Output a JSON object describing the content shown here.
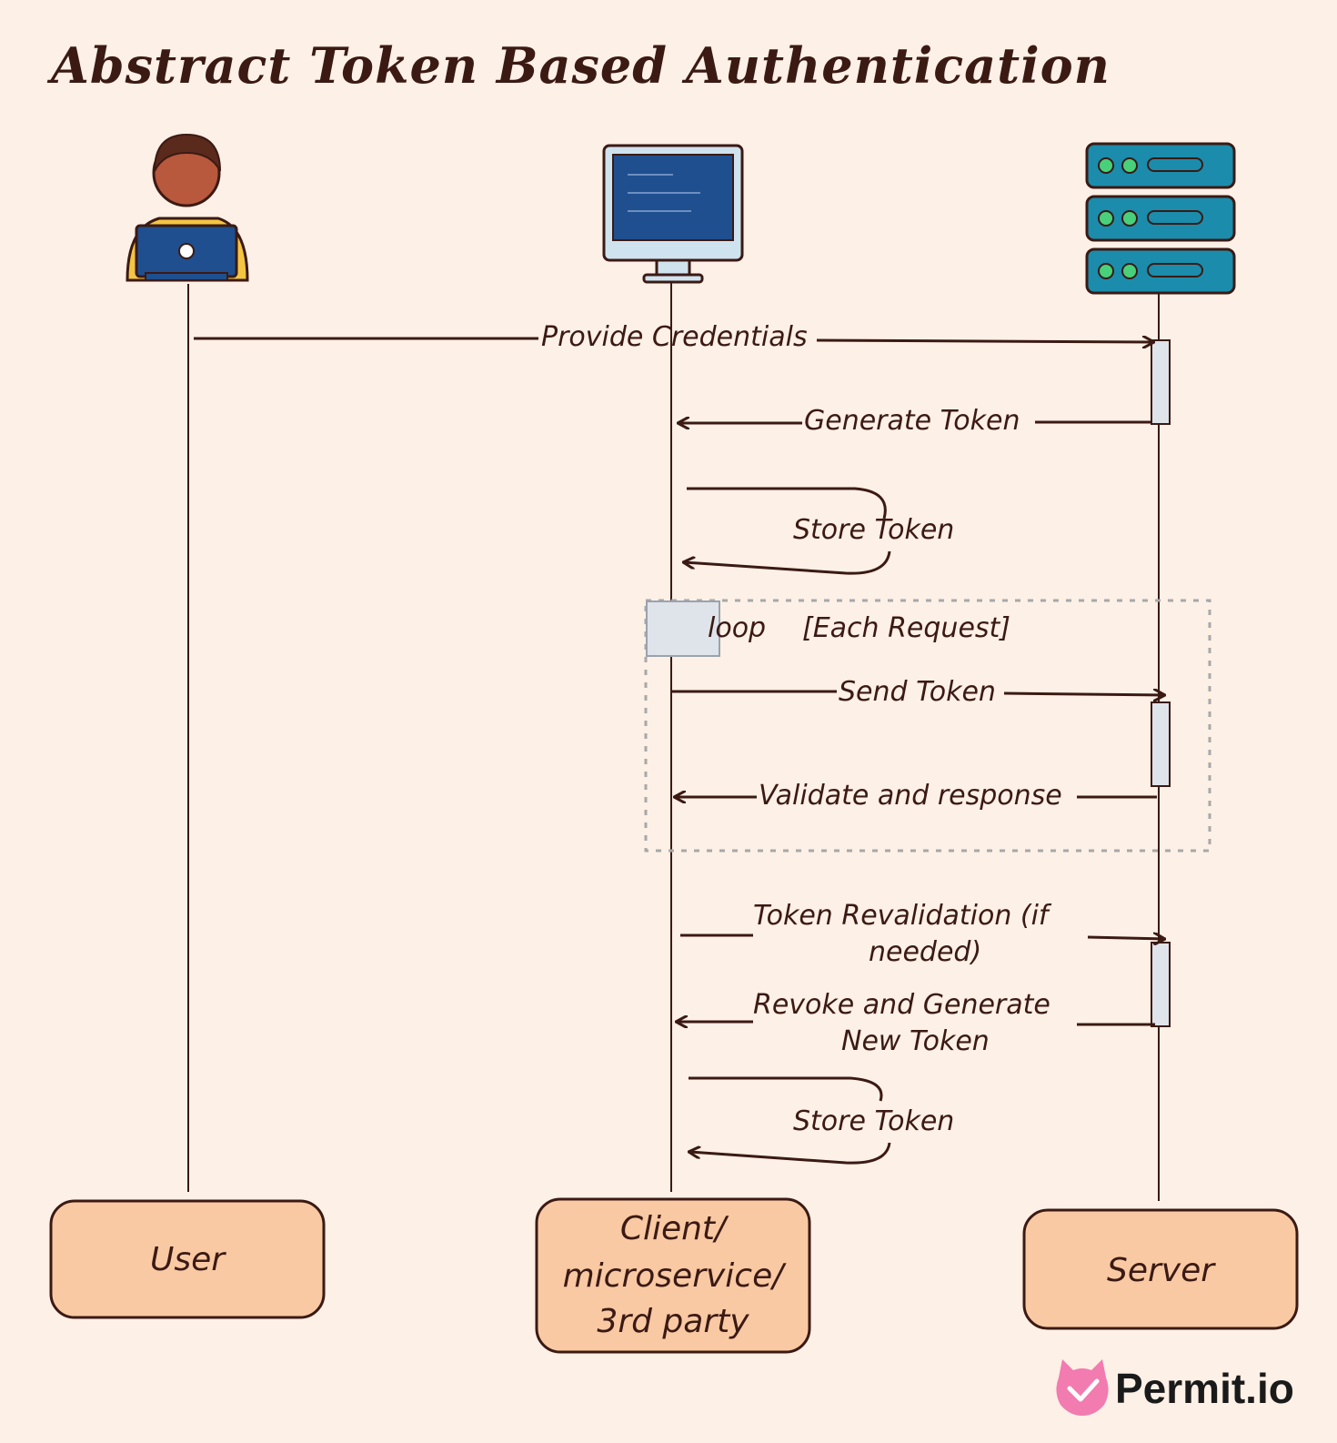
{
  "title": "Abstract Token Based Authentication",
  "colors": {
    "background": "#fdf0e6",
    "ink": "#3b1a14",
    "box_fill": "#f9c9a3",
    "activation_fill": "#dfe3ea",
    "monitor_blue": "#1f4f8f",
    "server_teal": "#1b8cab",
    "person_yellow": "#f4c542",
    "logo_pink": "#f27bb0"
  },
  "participants": [
    {
      "id": "user",
      "label": "User",
      "icon": "person-laptop-icon"
    },
    {
      "id": "client",
      "label": "Client/ microservice/ 3rd party",
      "label_lines": [
        "Client/",
        "microservice/",
        "3rd party"
      ],
      "icon": "monitor-icon"
    },
    {
      "id": "server",
      "label": "Server",
      "icon": "server-rack-icon"
    }
  ],
  "messages": [
    {
      "from": "user",
      "to": "server",
      "label": "Provide Credentials"
    },
    {
      "from": "server",
      "to": "client",
      "label": "Generate Token"
    },
    {
      "from": "client",
      "to": "client",
      "label": "Store Token"
    },
    {
      "from": "client",
      "to": "server",
      "label": "Send Token"
    },
    {
      "from": "server",
      "to": "client",
      "label": "Validate and response"
    },
    {
      "from": "client",
      "to": "server",
      "label": "Token Revalidation (if needed)",
      "label_lines": [
        "Token Revalidation (if",
        "needed)"
      ]
    },
    {
      "from": "server",
      "to": "client",
      "label": "Revoke and Generate New Token",
      "label_lines": [
        "Revoke and Generate",
        "New Token"
      ]
    },
    {
      "from": "client",
      "to": "client",
      "label": "Store Token"
    }
  ],
  "loop": {
    "keyword": "loop",
    "condition": "[Each Request]"
  },
  "logo": {
    "text": "Permit.io",
    "icon": "permit-cat-logo-icon"
  }
}
